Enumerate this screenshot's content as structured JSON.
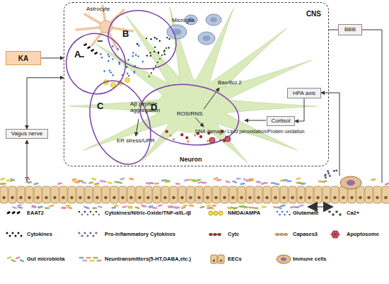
{
  "diagram": {
    "nodes": [
      {
        "text": [
          "CNS"
        ]
      },
      {
        "text": [
          "A"
        ],
        "in": 0
      },
      {
        "text": [
          "B"
        ],
        "in": 0
      },
      {
        "text": [
          "C"
        ],
        "in": 0
      },
      {
        "text": [
          "D"
        ],
        "in": 0
      },
      {
        "text": [
          "HPA axis"
        ],
        "in": 0
      },
      {
        "text": [
          "Cortisol"
        ],
        "in": 0
      },
      {
        "text": [
          "KA"
        ]
      },
      {
        "text": [
          "BBB"
        ]
      },
      {
        "text": [
          "Vagus nerve"
        ]
      }
    ],
    "edges": [
      {
        "from": 7,
        "to": 0,
        "arrow": "to"
      },
      {
        "from": 9,
        "to": 0,
        "arrow": "both"
      },
      {
        "from": 5,
        "to": 6,
        "arrow": "to"
      },
      {
        "from": 0,
        "to": 8,
        "arrow": "none"
      }
    ],
    "labels": [
      "Astrocyte",
      "Microglia",
      "Aβ peptide aggregation",
      "ER stress/UPR",
      "ROS/RNS",
      "Bax/Bcl 2",
      "DNA damage/ Lipid peroxidation/Protein oxidation",
      "Neuron"
    ],
    "legend": [
      {
        "text": "EAAT2"
      },
      {
        "text": "Cytokines/Nitric-Oxide/TNF-α/IL-Iβ"
      },
      {
        "text": "NMDA/AMPA"
      },
      {
        "text": "Glutamate"
      },
      {
        "text": "Ca2+"
      },
      {
        "text": "Cytokines"
      },
      {
        "text": "Pro-inflammatory Cytokines"
      },
      {
        "text": "Cytc"
      },
      {
        "text": "Capases3"
      },
      {
        "text": "Apoptosome"
      },
      {
        "text": "Gut microbiota"
      },
      {
        "text": "Neuntransmitters(5-HT,GABA,etc.)"
      },
      {
        "text": "EECs"
      },
      {
        "text": "Immune cells"
      }
    ]
  }
}
